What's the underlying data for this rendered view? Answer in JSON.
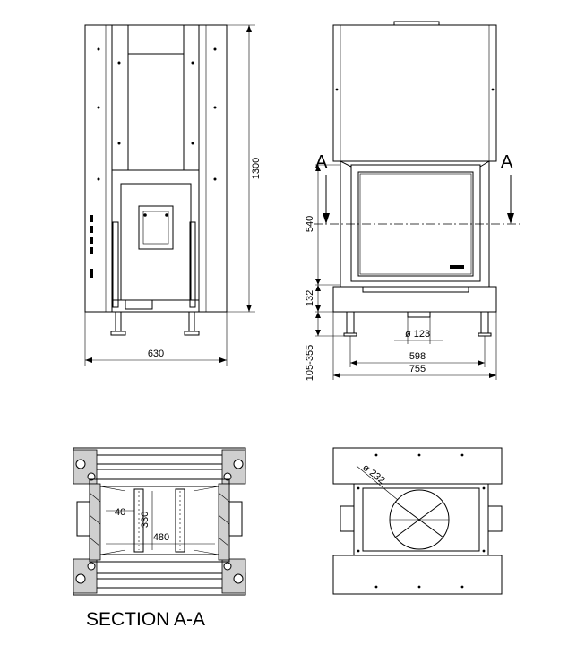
{
  "views": {
    "side": {
      "width_dim": "630",
      "height_dim": "1300"
    },
    "front": {
      "section_mark_left": "A",
      "section_mark_right": "A",
      "glass_height_dim": "540",
      "base_height_dim": "132",
      "leg_height_dim": "105-355",
      "flue_dim": "ø 123",
      "leg_span_dim": "598",
      "total_width_dim": "755"
    },
    "section": {
      "title": "SECTION A-A",
      "dim_40": "40",
      "dim_330": "330",
      "dim_480": "480"
    },
    "top": {
      "flue_diameter_dim": "ø 232"
    }
  }
}
